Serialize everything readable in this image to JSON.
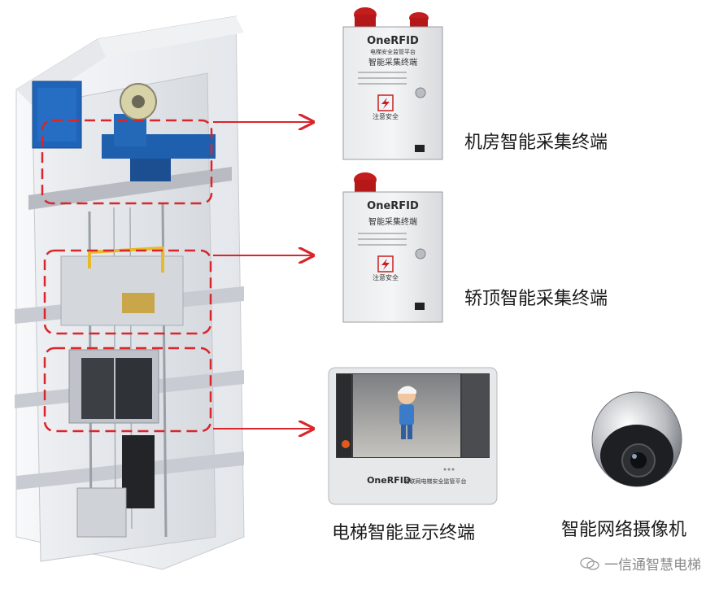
{
  "labels": {
    "machine_room": "机房智能采集终端",
    "car_top": "轿顶智能采集终端",
    "display": "电梯智能显示终端",
    "camera": "智能网络摄像机"
  },
  "terminal_box": {
    "brand": "OneRFID",
    "platform": "电梯安全监管平台",
    "device": "智能采集终端",
    "warning": "注意安全"
  },
  "display_screen": {
    "brand": "OneRFID",
    "platform": "物联网电梯安全监管平台"
  },
  "watermark": "一信通智慧电梯",
  "colors": {
    "arrow": "#d9252b",
    "dashed_frame": "#d9252b"
  }
}
